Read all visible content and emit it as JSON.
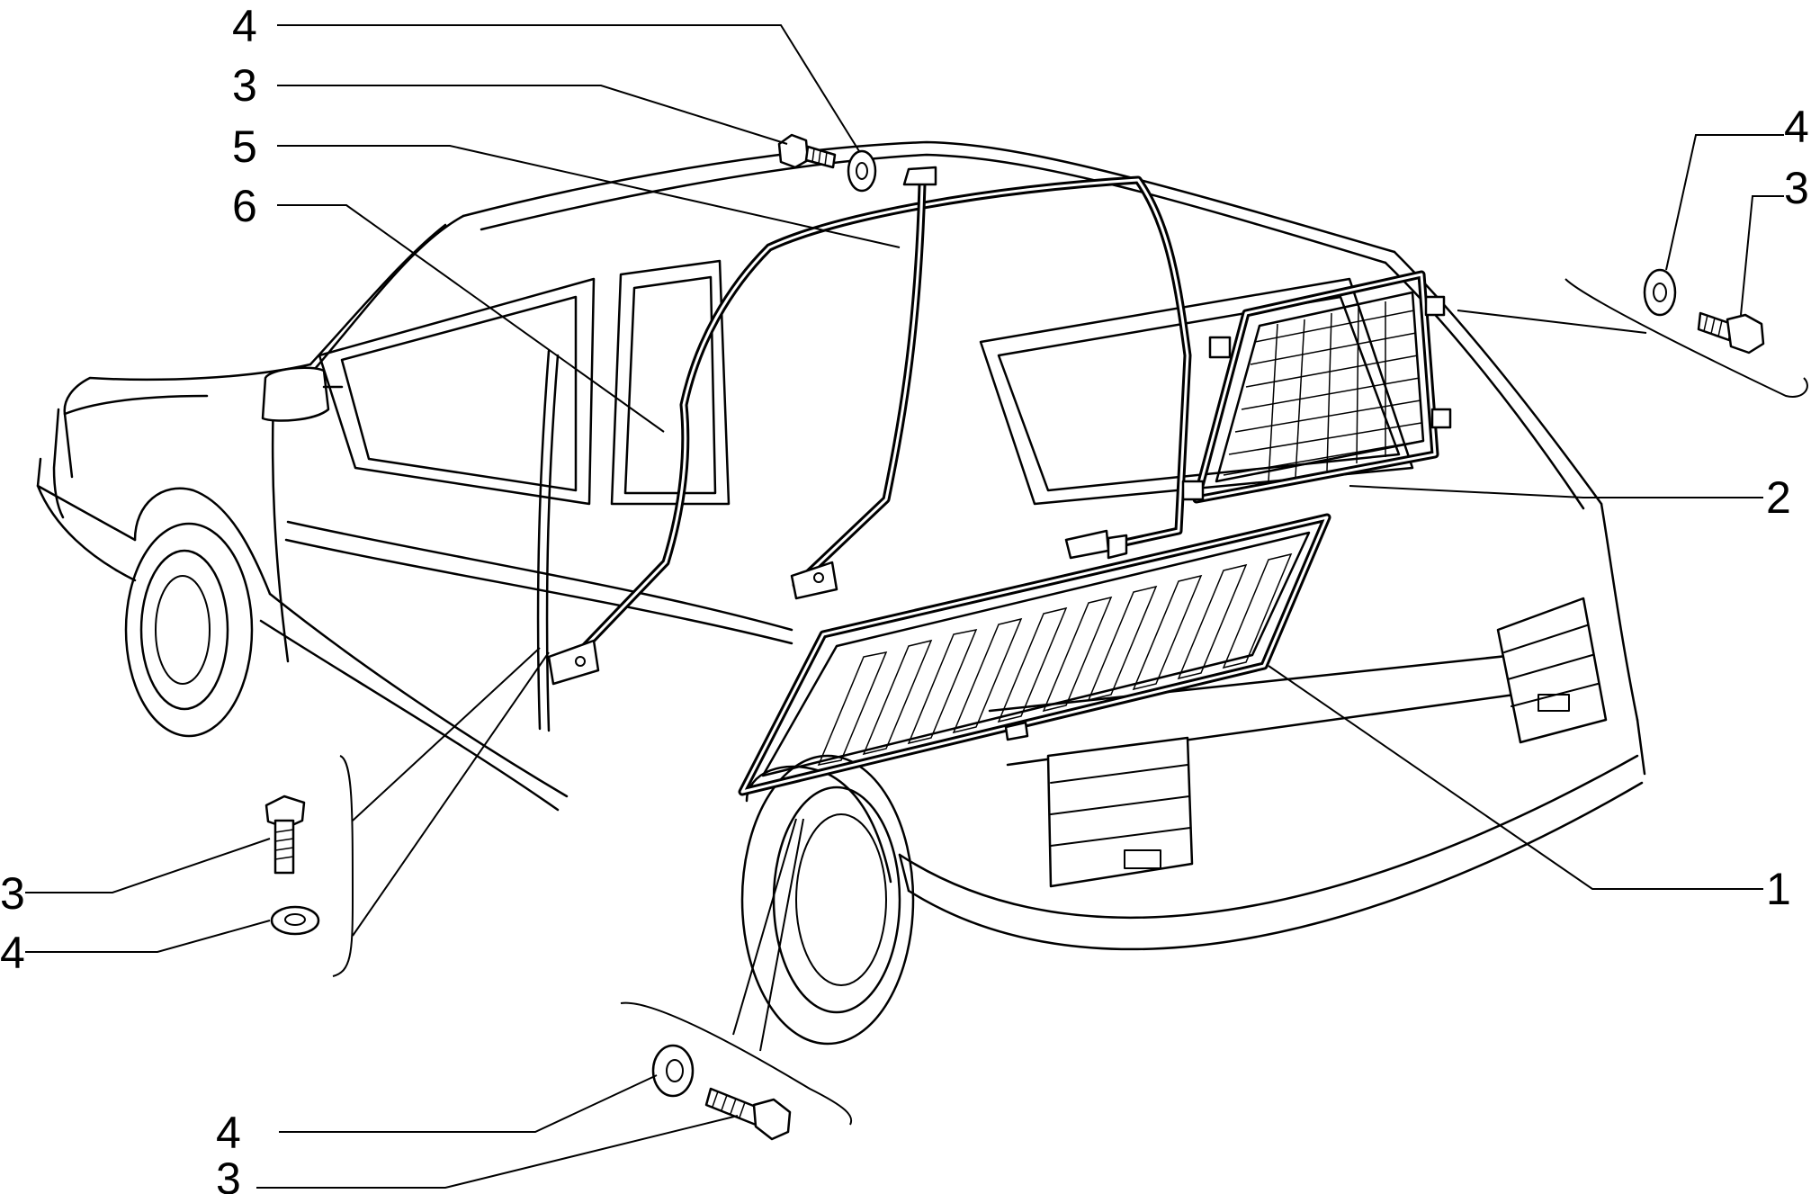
{
  "callouts": {
    "top_4": "4",
    "top_3": "3",
    "top_5": "5",
    "top_6": "6",
    "right_4": "4",
    "right_3": "3",
    "right_2": "2",
    "right_1": "1",
    "left_3": "3",
    "left_4": "4",
    "bottom_4": "4",
    "bottom_3": "3"
  }
}
